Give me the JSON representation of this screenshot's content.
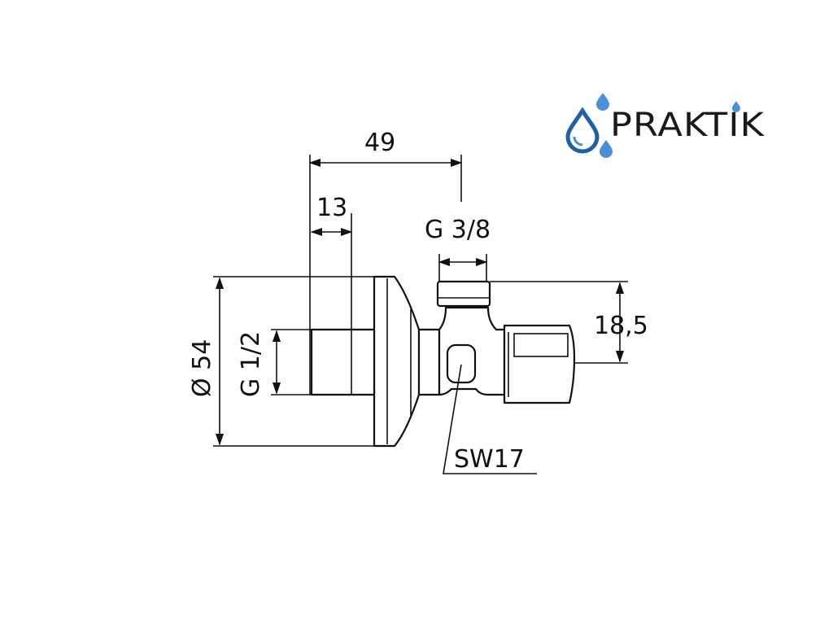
{
  "logo": {
    "wordmark": "PRAKTIK",
    "colors": {
      "drop_primary": "#1f5fa8",
      "drop_light": "#4a90d9",
      "text": "#1a1a1a"
    }
  },
  "dimensions": {
    "overall_depth": "49",
    "inlet_length": "13",
    "outlet_thread": "G 3/8",
    "outlet_height": "18,5",
    "flange_diameter": "Ø 54",
    "inlet_thread": "G 1/2",
    "wrench_size": "SW17"
  }
}
